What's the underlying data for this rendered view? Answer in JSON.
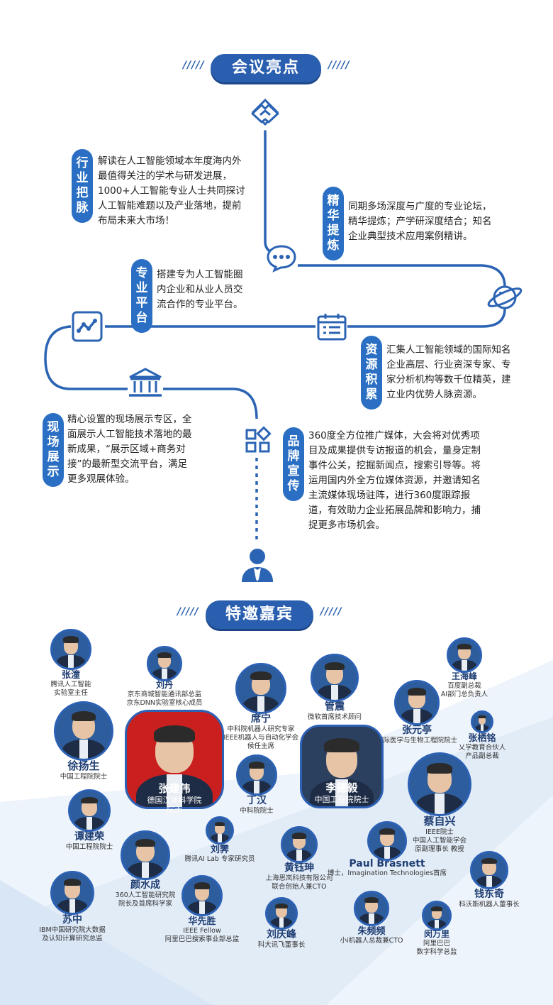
{
  "highlights": {
    "title": "会议亮点",
    "items": [
      {
        "id": "industry",
        "tag": [
          "行",
          "业",
          "把",
          "脉"
        ],
        "lines": [
          "解读在人工智能领域本年度海内外",
          "最值得关注的学术与研发进展，",
          "1000+人工智能专业人士共同探讨",
          "人工智能难题以及产业落地，提前",
          "布局未来大市场！"
        ]
      },
      {
        "id": "essence",
        "tag": [
          "精",
          "华",
          "提",
          "炼"
        ],
        "lines": [
          "同期多场深度与广度的专业论坛，",
          "精华提炼；产学研深度结合；知名",
          "企业典型技术应用案例精讲。"
        ]
      },
      {
        "id": "platform",
        "tag": [
          "专",
          "业",
          "平",
          "台"
        ],
        "lines": [
          "搭建专为人工智能圈",
          "内企业和从业人员交",
          "流合作的专业平台。"
        ]
      },
      {
        "id": "resources",
        "tag": [
          "资",
          "源",
          "积",
          "累"
        ],
        "lines": [
          "汇集人工智能领域的国际知名",
          "企业高层、行业资深专家、专",
          "家分析机构等数千位精英，建",
          "立业内优势人脉资源。"
        ]
      },
      {
        "id": "exhibition",
        "tag": [
          "现",
          "场",
          "展",
          "示"
        ],
        "lines": [
          "精心设置的现场展示专区，全",
          "面展示人工智能技术落地的最",
          "新成果，“展示区域+商务对",
          "接”的最新型交流平台，满足",
          "更多观展体验。"
        ]
      },
      {
        "id": "brand",
        "tag": [
          "品",
          "牌",
          "宣",
          "传"
        ],
        "lines": [
          "360度全方位推广媒体，大会将对优秀项",
          "目及成果提供专访报道的机会，量身定制",
          "事件公关，挖掘新闻点，搜索引导等。将",
          "运用国内外全方位媒体资源，并邀请知名",
          "主流媒体现场驻阵，进行360度跟踪报",
          "道，有效助力企业拓展品牌和影响力，捕",
          "捉更多市场机会。"
        ]
      }
    ],
    "icons": [
      "handshake-icon",
      "chat-bubble-icon",
      "planet-icon",
      "trend-chart-icon",
      "calendar-icon",
      "building-icon",
      "grid-apps-icon",
      "person-icon"
    ]
  },
  "guests": {
    "title": "特邀嘉宾",
    "people": [
      {
        "name": "张潼",
        "title": [
          "腾讯人工智能",
          "实验室主任"
        ]
      },
      {
        "name": "刘丹",
        "title": [
          "京东商城智能通讯部总监",
          "京东DNN实验室核心成员"
        ]
      },
      {
        "name": "席宁",
        "title": [
          "中科院机器人研究专家",
          "IEEE机器人与自动化学会",
          "候任主席"
        ]
      },
      {
        "name": "管震",
        "title": [
          "微软首席技术顾问"
        ]
      },
      {
        "name": "王海峰",
        "title": [
          "百度副总裁",
          "AI部门总负责人"
        ]
      },
      {
        "name": "张元亭",
        "title": [
          "国际医学与生物工程院院士"
        ]
      },
      {
        "name": "张栖铭",
        "title": [
          "乂学教育合伙人",
          "产品副总裁"
        ]
      },
      {
        "name": "徐扬生",
        "title": [
          "中国工程院院士"
        ]
      },
      {
        "name": "张建伟",
        "title": [
          "德国汉堡科学院",
          "院士"
        ]
      },
      {
        "name": "丁汉",
        "title": [
          "中科院院士"
        ]
      },
      {
        "name": "李德毅",
        "title": [
          "中国工程院院士"
        ]
      },
      {
        "name": "蔡自兴",
        "title": [
          "IEEE院士",
          "中国人工智能学会",
          "原副理事长 教授"
        ]
      },
      {
        "name": "谭建荣",
        "title": [
          "中国工程院院士"
        ]
      },
      {
        "name": "颜水成",
        "title": [
          "360人工智能研究院",
          "院长及首席科学家"
        ]
      },
      {
        "name": "刘霁",
        "title": [
          "腾讯AI Lab 专家研究员"
        ]
      },
      {
        "name": "黄钰珅",
        "title": [
          "上海思岚科技有限公司",
          "联合创始人兼CTO"
        ]
      },
      {
        "name": "Paul Brasnett",
        "title": [
          "博士，Imagination Technologies首席"
        ]
      },
      {
        "name": "钱东奇",
        "title": [
          "科沃斯机器人董事长"
        ]
      },
      {
        "name": "苏中",
        "title": [
          "IBM中国研究院大数据",
          "及认知计算研究总监"
        ]
      },
      {
        "name": "华先胜",
        "title": [
          "IEEE Fellow",
          "阿里巴巴搜索事业部总监"
        ]
      },
      {
        "name": "刘庆峰",
        "title": [
          "科大讯飞董事长"
        ]
      },
      {
        "name": "朱频频",
        "title": [
          "小i机器人总裁兼CTO"
        ]
      },
      {
        "name": "闵万里",
        "title": [
          "阿里巴巴",
          "数字科学总监"
        ]
      }
    ]
  },
  "colors": {
    "primary": "#2a5fb0",
    "tag": "#2a6fc3",
    "line": "#2c64b4",
    "light_bg": "#e3edf8"
  }
}
